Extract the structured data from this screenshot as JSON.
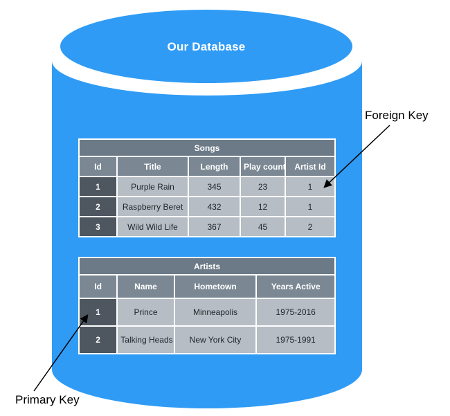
{
  "title": "Our Database",
  "annotations": {
    "foreign_key": "Foreign Key",
    "primary_key": "Primary Key"
  },
  "colors": {
    "cylinder_blue": "#2F9BF5",
    "table_title_bg": "#6C7A87",
    "table_header_bg": "#7B8894",
    "cell_light_bg": "#B6BDC4",
    "cell_id_dark_bg": "#4E5760",
    "arrow": "#000000",
    "title_text": "#ffffff"
  },
  "tables": {
    "songs": {
      "title": "Songs",
      "headers": [
        "Id",
        "Title",
        "Length",
        "Play count",
        "Artist Id"
      ],
      "rows": [
        [
          "1",
          "Purple Rain",
          "345",
          "23",
          "1"
        ],
        [
          "2",
          "Raspberry Beret",
          "432",
          "12",
          "1"
        ],
        [
          "3",
          "Wild Wild Life",
          "367",
          "45",
          "2"
        ]
      ]
    },
    "artists": {
      "title": "Artists",
      "headers": [
        "Id",
        "Name",
        "Hometown",
        "Years Active"
      ],
      "rows": [
        [
          "1",
          "Prince",
          "Minneapolis",
          "1975-2016"
        ],
        [
          "2",
          "Talking Heads",
          "New York City",
          "1975-1991"
        ]
      ]
    }
  }
}
